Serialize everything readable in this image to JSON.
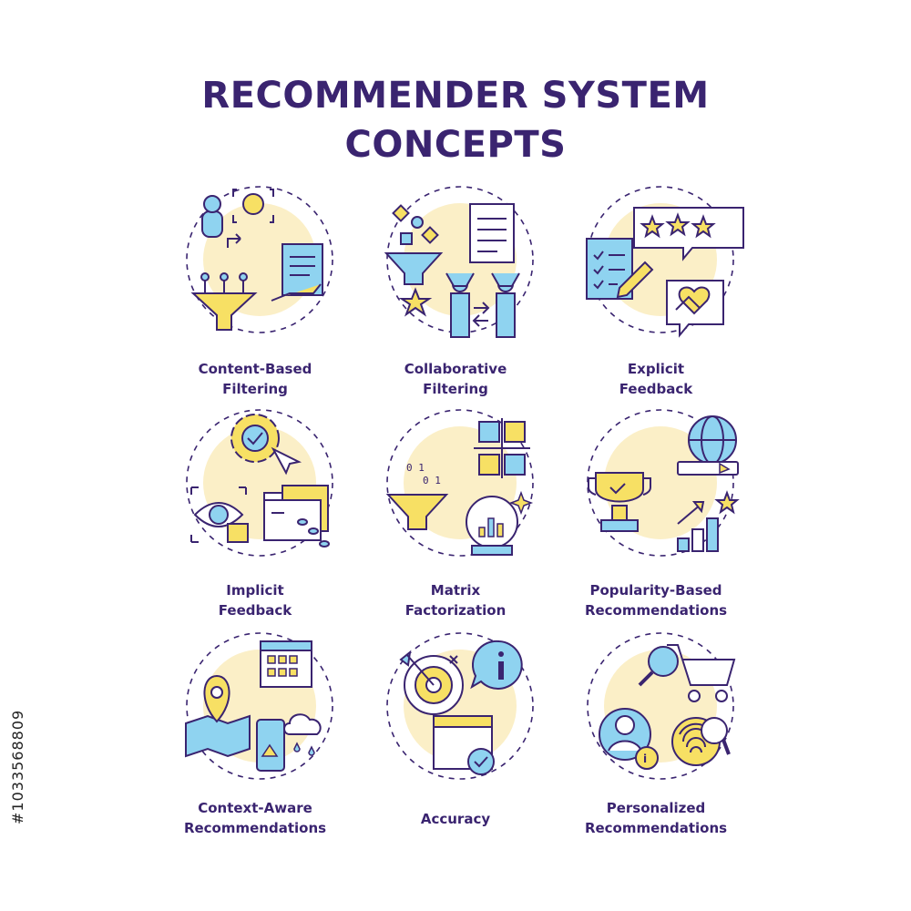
{
  "title": {
    "line1": "RECOMMENDER SYSTEM",
    "line2": "CONCEPTS"
  },
  "colors": {
    "outline": "#3a2470",
    "yellow": "#f7e064",
    "blue": "#8fd3f0",
    "cream": "#fbefc7"
  },
  "concepts": [
    {
      "line1": "Content-Based",
      "line2": "Filtering",
      "icon": "content-filter-icon"
    },
    {
      "line1": "Collaborative",
      "line2": "Filtering",
      "icon": "collaborative-filter-icon"
    },
    {
      "line1": "Explicit",
      "line2": "Feedback",
      "icon": "explicit-feedback-icon"
    },
    {
      "line1": "Implicit",
      "line2": "Feedback",
      "icon": "implicit-feedback-icon"
    },
    {
      "line1": "Matrix",
      "line2": "Factorization",
      "icon": "matrix-factorization-icon"
    },
    {
      "line1": "Popularity-Based",
      "line2": "Recommendations",
      "icon": "popularity-icon"
    },
    {
      "line1": "Context-Aware",
      "line2": "Recommendations",
      "icon": "context-aware-icon"
    },
    {
      "line1": "Accuracy",
      "line2": "",
      "icon": "accuracy-icon"
    },
    {
      "line1": "Personalized",
      "line2": "Recommendations",
      "icon": "personalized-icon"
    }
  ],
  "watermark_id": "#1033568809"
}
